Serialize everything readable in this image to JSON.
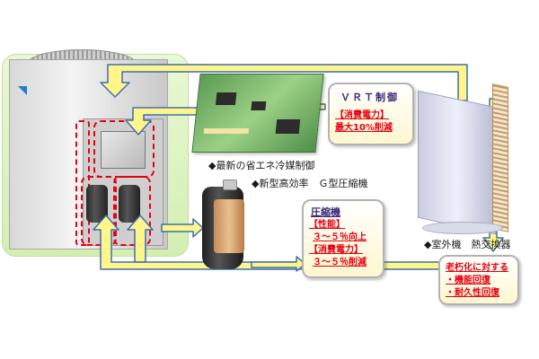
{
  "vrt_callout": {
    "title": "ＶＲＴ制御",
    "lines": [
      "【消費電力】",
      "最大10%削減"
    ]
  },
  "labels": {
    "control": "◆最新の省エネ冷媒制御",
    "compressor": "◆新型高効率　Ｇ型圧縮機",
    "heat_exchanger": "◆室外機　熱交換器"
  },
  "compressor_callout": {
    "title": "圧縮機",
    "lines": [
      "【性能】",
      "３～５％向上",
      "【消費電力】",
      "３～５％削減"
    ]
  },
  "aging_callout": {
    "title": "老朽化に対する",
    "lines": [
      "・機能回復",
      "・耐久性回復"
    ]
  },
  "colors": {
    "arrow_fill": "#fff58a",
    "arrow_stroke": "#3f6fb0",
    "dashed_box": "#e60012",
    "callout_title": "#3b2a7a",
    "red_text": "#e60012",
    "panel_green": "#d3efb0"
  }
}
